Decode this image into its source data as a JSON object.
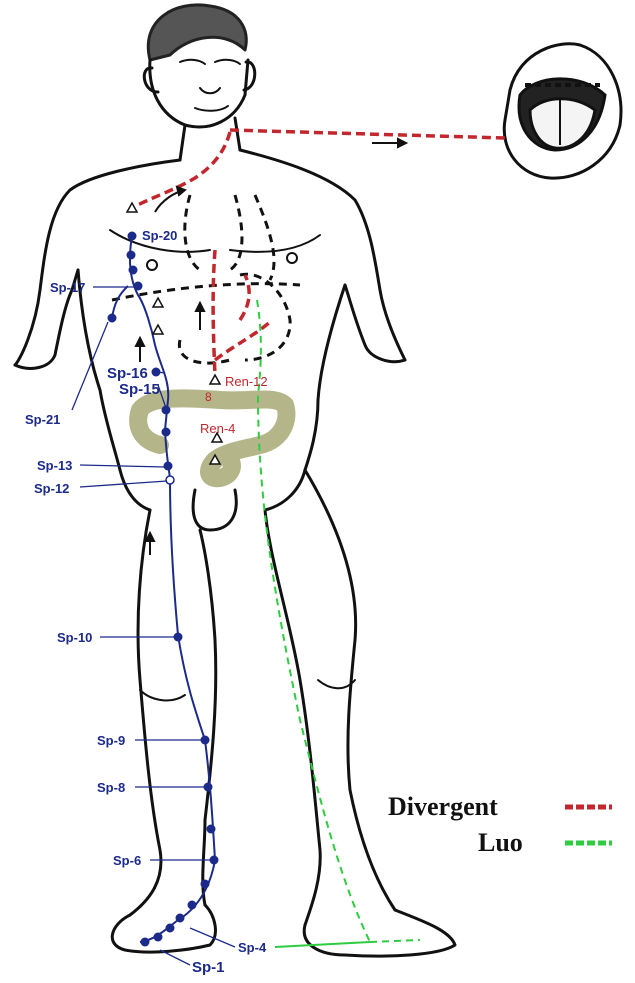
{
  "points": {
    "sp20": "Sp-20",
    "sp17": "Sp-17",
    "sp21": "Sp-21",
    "sp16": "Sp-16",
    "sp15": "Sp-15",
    "sp13": "Sp-13",
    "sp12": "Sp-12",
    "sp10": "Sp-10",
    "sp9": "Sp-9",
    "sp8": "Sp-8",
    "sp6": "Sp-6",
    "sp4": "Sp-4",
    "sp1": "Sp-1"
  },
  "ren": {
    "ren12": "Ren-12",
    "ren8": "8",
    "ren4": "Ren-4"
  },
  "legend": {
    "divergent": "Divergent",
    "luo": "Luo"
  },
  "colors": {
    "spleen_channel": "#1c2a8a",
    "divergent": "#c1272d",
    "luo": "#2ecc40",
    "intestine": "#b5b58a",
    "outline": "#111111"
  }
}
